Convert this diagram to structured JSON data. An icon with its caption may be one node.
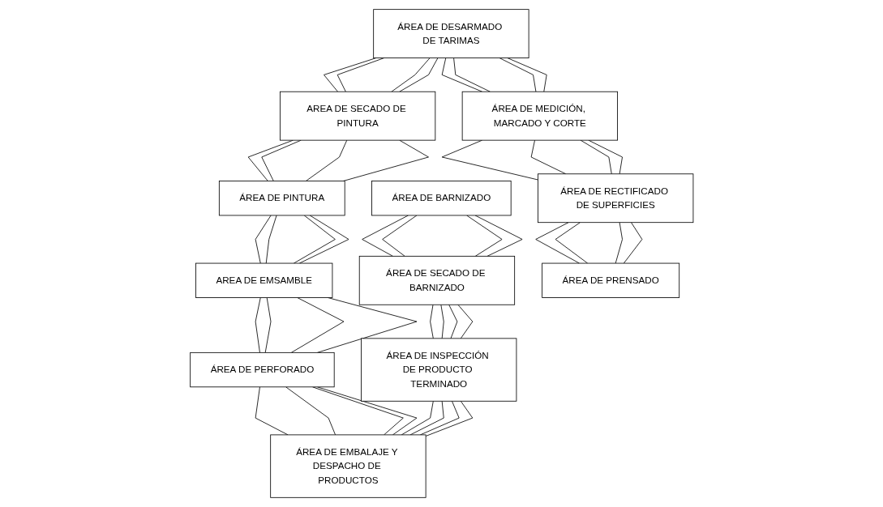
{
  "diagram": {
    "nodes": [
      {
        "text": [
          "ÁREA DE DESARMADO DE TARIMAS"
        ]
      },
      {
        "text": [
          "AREA DE SECADO DE PINTURA"
        ]
      },
      {
        "text": [
          "ÁREA DE BARNIZADO"
        ]
      },
      {
        "text": [
          "ÁREA DE MEDICIÓN, MARCADO Y CORTE"
        ]
      },
      {
        "text": [
          "ÁREA DE PINTURA"
        ]
      },
      {
        "text": [
          "ÁREA DE SECADO DE BARNIZADO"
        ]
      },
      {
        "text": [
          "ÁREA DE RECTIFICADO DE SUPERFICIES"
        ]
      },
      {
        "text": [
          "AREA DE EMSAMBLE"
        ]
      },
      {
        "text": [
          "ÁREA DE INSPECCIÓN DE PRODUCTO TERMINADO"
        ]
      },
      {
        "text": [
          "ÁREA DE PRENSADO"
        ]
      },
      {
        "text": [
          "ÁREA DE PERFORADO"
        ]
      },
      {
        "text": [
          "ÁREA DE EMBALAJE Y DESPACHO DE PRODUCTOS"
        ]
      }
    ],
    "edges": [
      {
        "from": 0,
        "to": 1,
        "arrow": "none"
      },
      {
        "from": 0,
        "to": 1,
        "arrow": "none"
      },
      {
        "from": 0,
        "to": 1,
        "arrow": "none"
      },
      {
        "from": 0,
        "to": 1,
        "arrow": "none"
      },
      {
        "from": 0,
        "to": 3,
        "arrow": "none"
      },
      {
        "from": 0,
        "to": 3,
        "arrow": "none"
      },
      {
        "from": 0,
        "to": 3,
        "arrow": "none"
      },
      {
        "from": 0,
        "to": 3,
        "arrow": "none"
      },
      {
        "from": 3,
        "to": 6,
        "arrow": "none"
      },
      {
        "from": 3,
        "to": 6,
        "arrow": "none"
      },
      {
        "from": 3,
        "to": 6,
        "arrow": "none"
      },
      {
        "from": 3,
        "to": 6,
        "arrow": "none"
      },
      {
        "from": 6,
        "to": 9,
        "arrow": "none"
      },
      {
        "from": 6,
        "to": 9,
        "arrow": "none"
      },
      {
        "from": 6,
        "to": 9,
        "arrow": "none"
      },
      {
        "from": 6,
        "to": 9,
        "arrow": "none"
      },
      {
        "from": 1,
        "to": 4,
        "arrow": "none"
      },
      {
        "from": 1,
        "to": 4,
        "arrow": "none"
      },
      {
        "from": 1,
        "to": 4,
        "arrow": "none"
      },
      {
        "from": 1,
        "to": 4,
        "arrow": "none"
      },
      {
        "from": 4,
        "to": 7,
        "arrow": "none"
      },
      {
        "from": 4,
        "to": 7,
        "arrow": "none"
      },
      {
        "from": 4,
        "to": 7,
        "arrow": "none"
      },
      {
        "from": 4,
        "to": 7,
        "arrow": "none"
      },
      {
        "from": 7,
        "to": 10,
        "arrow": "none"
      },
      {
        "from": 7,
        "to": 10,
        "arrow": "none"
      },
      {
        "from": 7,
        "to": 10,
        "arrow": "none"
      },
      {
        "from": 7,
        "to": 10,
        "arrow": "none"
      },
      {
        "from": 10,
        "to": 11,
        "arrow": "none"
      },
      {
        "from": 10,
        "to": 11,
        "arrow": "none"
      },
      {
        "from": 10,
        "to": 11,
        "arrow": "none"
      },
      {
        "from": 10,
        "to": 11,
        "arrow": "none"
      },
      {
        "from": 2,
        "to": 5,
        "arrow": "none"
      },
      {
        "from": 2,
        "to": 5,
        "arrow": "none"
      },
      {
        "from": 2,
        "to": 5,
        "arrow": "none"
      },
      {
        "from": 2,
        "to": 5,
        "arrow": "none"
      },
      {
        "from": 5,
        "to": 8,
        "arrow": "none"
      },
      {
        "from": 5,
        "to": 8,
        "arrow": "none"
      },
      {
        "from": 5,
        "to": 8,
        "arrow": "none"
      },
      {
        "from": 5,
        "to": 8,
        "arrow": "none"
      },
      {
        "from": 8,
        "to": 11,
        "arrow": "none"
      },
      {
        "from": 8,
        "to": 11,
        "arrow": "none"
      },
      {
        "from": 8,
        "to": 11,
        "arrow": "none"
      },
      {
        "from": 8,
        "to": 11,
        "arrow": "none"
      }
    ]
  }
}
